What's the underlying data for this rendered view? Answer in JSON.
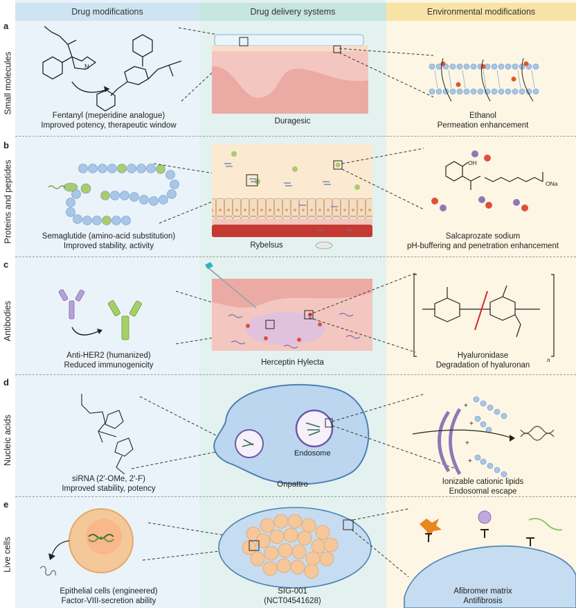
{
  "headers": {
    "col1": "Drug modifications",
    "col2": "Drug delivery systems",
    "col3": "Environmental modifications"
  },
  "colors": {
    "col1_bg": "#eaf3f9",
    "col2_bg": "#e3f2ef",
    "col3_bg": "#fdf6e4",
    "col1_hdr": "#cfe4f2",
    "col2_hdr": "#c6e5de",
    "col3_hdr": "#f8e3a6",
    "bead_blue": "#a8c6e8",
    "bead_green": "#a9cc6d",
    "tissue_pink": "#f3c7c0",
    "blood_red": "#c43a32",
    "purple": "#9f88c3",
    "antibody_green": "#9ec65c",
    "cell_orange": "#f0b77a",
    "endosome_blue": "#bcd6ef"
  },
  "rows": [
    {
      "letter": "a",
      "label": "Small molecules",
      "col1_caption": [
        "Fentanyl (meperidine analogue)",
        "Improved potency, therapeutic window"
      ],
      "col2_caption": [
        "Duragesic"
      ],
      "col3_caption": [
        "Ethanol",
        "Permeation enhancement"
      ]
    },
    {
      "letter": "b",
      "label": "Proteins and peptides",
      "col1_caption": [
        "Semaglutide (amino-acid substitution)",
        "Improved stability, activity"
      ],
      "col2_caption": [
        "Rybelsus"
      ],
      "col3_caption": [
        "Salcaprozate sodium",
        "pH-buffering and penetration enhancement"
      ]
    },
    {
      "letter": "c",
      "label": "Antibodies",
      "col1_caption": [
        "Anti-HER2 (humanized)",
        "Reduced immunogenicity"
      ],
      "col2_caption": [
        "Herceptin Hylecta"
      ],
      "col3_caption": [
        "Hyaluronidase",
        "Degradation of hyaluronan"
      ]
    },
    {
      "letter": "d",
      "label": "Nucleic acids",
      "col1_caption": [
        "siRNA (2′-OMe, 2′-F)",
        "Improved stability, potency"
      ],
      "col2_caption": [
        "Onpattro"
      ],
      "col3_caption": [
        "Ionizable cationic lipids",
        "Endosomal escape"
      ]
    },
    {
      "letter": "e",
      "label": "Live cells",
      "col1_caption": [
        "Epithelial cells (engineered)",
        "Factor-VIII-secretion ability"
      ],
      "col2_caption": [
        "SIG-001",
        "(NCT04541628)"
      ],
      "col3_caption": [
        "Afibromer matrix",
        "Antifibrosis"
      ]
    }
  ],
  "inline_labels": {
    "endosome": "Endosome",
    "hyaluronan_subscript": "n",
    "salcaprozate_na": "ONa",
    "salcaprozate_oh": "OH"
  }
}
